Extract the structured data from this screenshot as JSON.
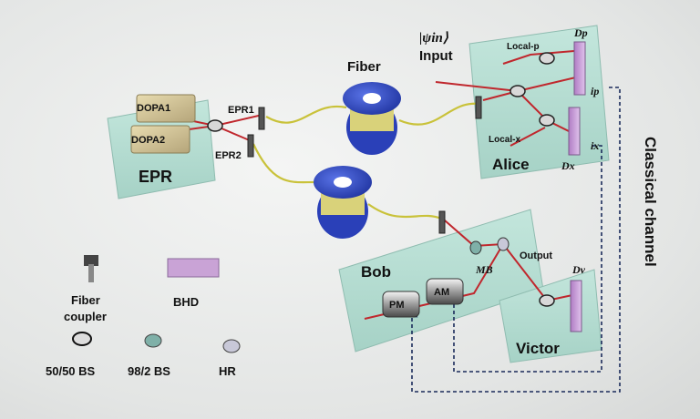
{
  "stations": {
    "epr": "EPR",
    "alice": "Alice",
    "bob": "Bob",
    "victor": "Victor"
  },
  "devices": {
    "dopa1": "DOPA1",
    "dopa2": "DOPA2",
    "epr1": "EPR1",
    "epr2": "EPR2",
    "fiber": "Fiber",
    "input": "Input",
    "psi_in": "|ψin⟩",
    "local_p": "Local-p",
    "local_x": "Local-x",
    "dp": "Dp",
    "dx": "Dx",
    "ip": "ip",
    "ix": "ix",
    "dv": "Dv",
    "pm": "PM",
    "am": "AM",
    "mb": "MB",
    "output": "Output",
    "classical_channel": "Classical channel"
  },
  "legend": {
    "fiber_coupler_1": "Fiber",
    "fiber_coupler_2": "coupler",
    "bhd": "BHD",
    "bs5050": "50/50 BS",
    "bs982": "98/2 BS",
    "hr": "HR"
  },
  "colors": {
    "platform": "#b5ddd2",
    "laser": "#c0272d",
    "fiber_line": "#c9c23a",
    "spool": "#2f49c9",
    "detector": "#c9a3d6",
    "classical": "#1a2a5a"
  }
}
